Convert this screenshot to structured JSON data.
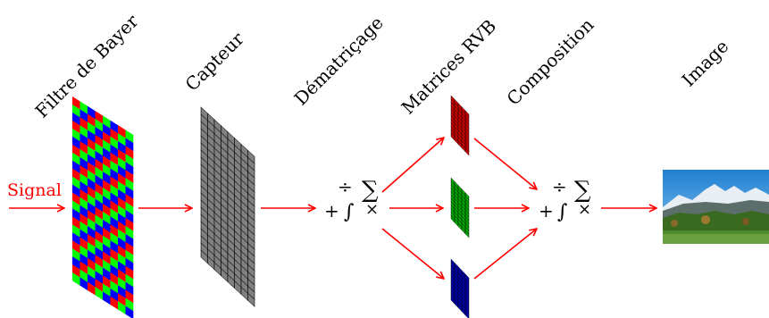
{
  "labels": {
    "bayer": "Filtre de Bayer",
    "sensor": "Capteur",
    "demosaic": "Dématriçage",
    "rgb": "Matrices RVB",
    "composition": "Composition",
    "image": "Image"
  },
  "signal": "Signal",
  "operators": {
    "divide": "÷",
    "sum": "∑",
    "plus": "+",
    "integral": "∫",
    "times": "×"
  },
  "colors": {
    "arrow": "#ff0000",
    "signal": "#ff0000",
    "bayer_red": "#ff0000",
    "bayer_green": "#00ff00",
    "bayer_blue": "#0000ff",
    "sensor_fill": "#808080",
    "matrix_red": "#cc0000",
    "matrix_green": "#00aa00",
    "matrix_blue": "#0000aa"
  },
  "icons": {
    "bayer": "bayer-filter-mosaic",
    "sensor": "sensor-grid",
    "rgb_red": "red-matrix",
    "rgb_green": "green-matrix",
    "rgb_blue": "blue-matrix",
    "image": "landscape-photo"
  }
}
